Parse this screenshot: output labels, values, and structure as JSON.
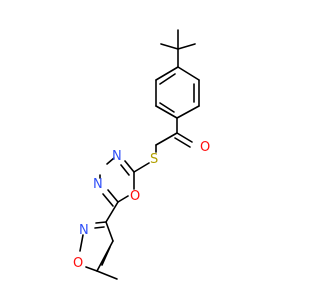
{
  "molecule": {
    "atoms": {
      "carbonyl_oxygen": "O",
      "thioether_sulfur": "S",
      "oxadiazole_n3": "N",
      "oxadiazole_n4": "N",
      "oxadiazole_o1": "O",
      "isoxazole_n": "N",
      "isoxazole_o": "O"
    }
  },
  "colors": {
    "bond": "#000000",
    "oxygen": "#ff0d0d",
    "nitrogen": "#3050f8",
    "sulfur": "#b2a000",
    "background": "#ffffff"
  }
}
